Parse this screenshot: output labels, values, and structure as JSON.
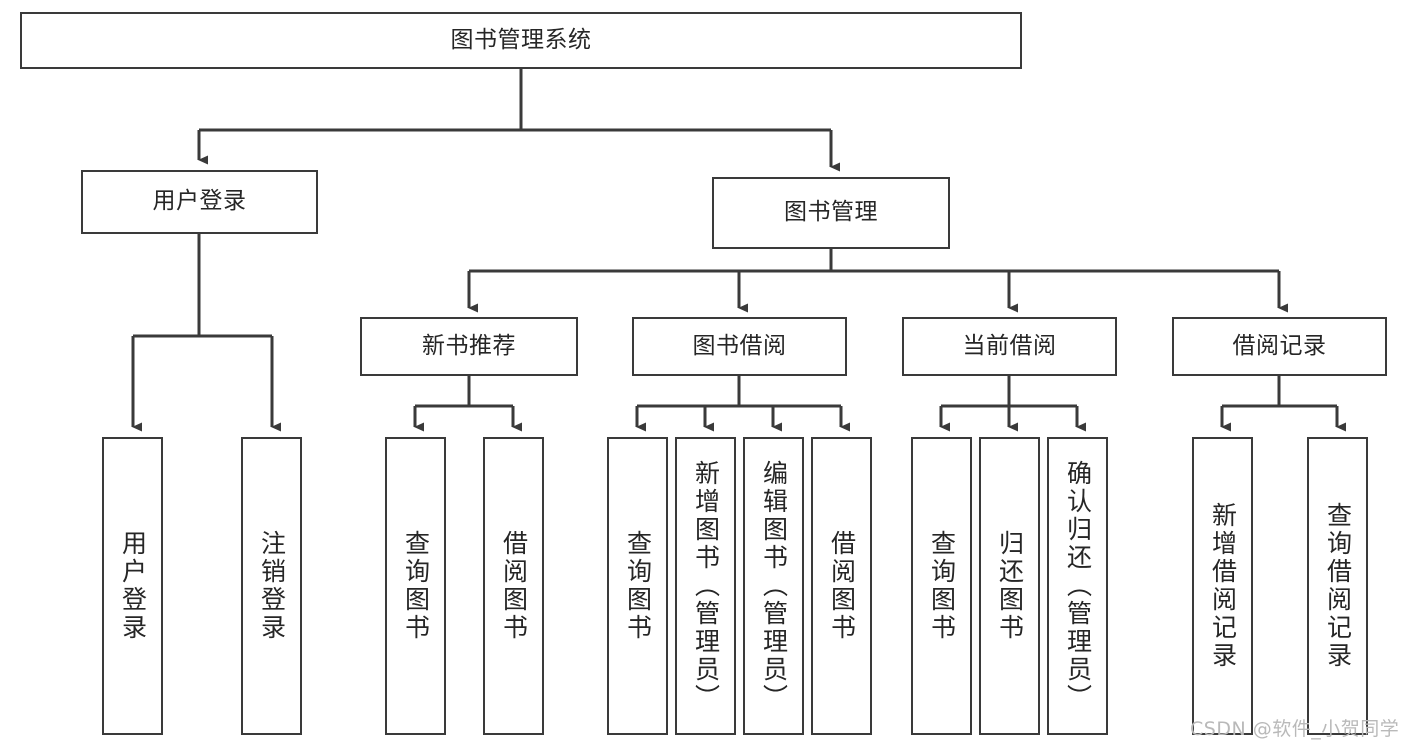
{
  "diagram": {
    "title": "图书管理系统",
    "type": "功能结构图",
    "colors": {
      "stroke": "#3a3a3a",
      "fill": "#ffffff",
      "text": "#262626",
      "watermark": "#b9b9b9"
    },
    "watermark": "CSDN @软件_小贺同学",
    "levels": {
      "root": {
        "label": "图书管理系统"
      },
      "level2": [
        {
          "id": "user-login",
          "label": "用户登录"
        },
        {
          "id": "book-management",
          "label": "图书管理"
        }
      ],
      "level3": [
        {
          "id": "new-book-recommend",
          "label": "新书推荐"
        },
        {
          "id": "book-borrow",
          "label": "图书借阅"
        },
        {
          "id": "current-borrow",
          "label": "当前借阅"
        },
        {
          "id": "borrow-record",
          "label": "借阅记录"
        }
      ],
      "leaves": {
        "user_login": [
          {
            "id": "leaf-user-login",
            "label": "用户登录"
          },
          {
            "id": "leaf-logout-login",
            "label": "注销登录"
          }
        ],
        "new_book_recommend": [
          {
            "id": "leaf-query-book-1",
            "label": "查询图书"
          },
          {
            "id": "leaf-borrow-book-1",
            "label": "借阅图书"
          }
        ],
        "book_borrow": [
          {
            "id": "leaf-query-book-2",
            "label": "查询图书"
          },
          {
            "id": "leaf-add-book",
            "label": "新增图书（管理员）"
          },
          {
            "id": "leaf-edit-book",
            "label": "编辑图书（管理员）"
          },
          {
            "id": "leaf-borrow-book-2",
            "label": "借阅图书"
          }
        ],
        "current_borrow": [
          {
            "id": "leaf-query-book-3",
            "label": "查询图书"
          },
          {
            "id": "leaf-return-book",
            "label": "归还图书"
          },
          {
            "id": "leaf-confirm-return",
            "label": "确认归还（管理员）"
          }
        ],
        "borrow_record": [
          {
            "id": "leaf-add-borrow-record",
            "label": "新增借阅记录"
          },
          {
            "id": "leaf-query-borrow-record",
            "label": "查询借阅记录"
          }
        ]
      }
    }
  }
}
